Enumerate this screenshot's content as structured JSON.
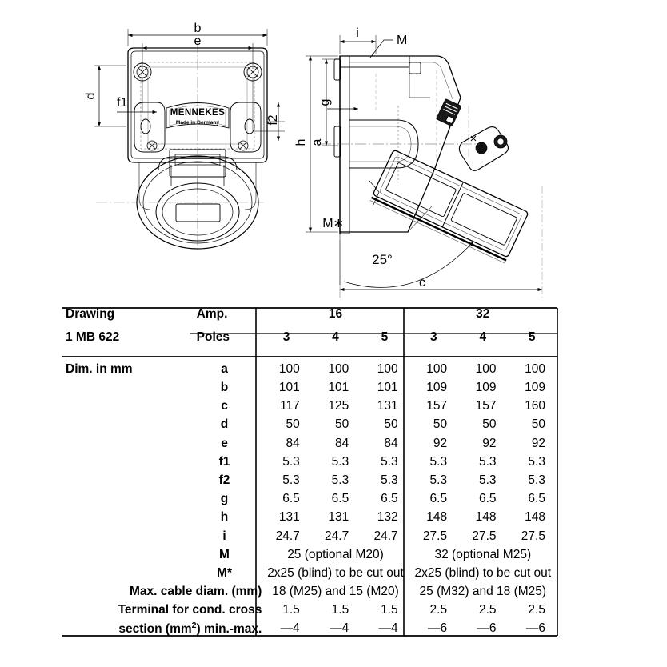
{
  "drawing": {
    "left_view": {
      "brand_label": "MENNEKES",
      "brand_sub": "Made in Germany",
      "dim_b": "b",
      "dim_e": "e",
      "dim_d": "d",
      "dim_f1": "f1",
      "dim_f2": "f2"
    },
    "right_view": {
      "dim_i": "i",
      "dim_M": "M",
      "dim_g": "g",
      "dim_h": "h",
      "dim_a": "a",
      "dim_Mstar": "M∗",
      "angle": "25°",
      "dim_c": "c"
    }
  },
  "table": {
    "title_line1": "Drawing",
    "title_line2": "1 MB 622",
    "title_line3": "Dim. in mm",
    "header": {
      "amp_label": "Amp.",
      "poles_label": "Poles",
      "amp_groups": [
        "16",
        "32"
      ],
      "poles": [
        "3",
        "4",
        "5",
        "3",
        "4",
        "5"
      ]
    },
    "rows": [
      {
        "label": "a",
        "values": [
          "100",
          "100",
          "100",
          "100",
          "100",
          "100"
        ]
      },
      {
        "label": "b",
        "values": [
          "101",
          "101",
          "101",
          "109",
          "109",
          "109"
        ]
      },
      {
        "label": "c",
        "values": [
          "117",
          "125",
          "131",
          "157",
          "157",
          "160"
        ]
      },
      {
        "label": "d",
        "values": [
          "50",
          "50",
          "50",
          "50",
          "50",
          "50"
        ]
      },
      {
        "label": "e",
        "values": [
          "84",
          "84",
          "84",
          "92",
          "92",
          "92"
        ]
      },
      {
        "label": "f1",
        "values": [
          "5.3",
          "5.3",
          "5.3",
          "5.3",
          "5.3",
          "5.3"
        ]
      },
      {
        "label": "f2",
        "values": [
          "5.3",
          "5.3",
          "5.3",
          "5.3",
          "5.3",
          "5.3"
        ]
      },
      {
        "label": "g",
        "values": [
          "6.5",
          "6.5",
          "6.5",
          "6.5",
          "6.5",
          "6.5"
        ]
      },
      {
        "label": "h",
        "values": [
          "131",
          "131",
          "132",
          "148",
          "148",
          "148"
        ]
      },
      {
        "label": "i",
        "values": [
          "24.7",
          "24.7",
          "24.7",
          "27.5",
          "27.5",
          "27.5"
        ]
      }
    ],
    "merged_rows": [
      {
        "label": "M",
        "left": "25 (optional M20)",
        "right": "32 (optional M25)"
      },
      {
        "label": "M*",
        "left": "2x25 (blind) to be cut out",
        "right": "2x25 (blind) to be cut out"
      }
    ],
    "cable_row": {
      "label": "Max. cable diam. (mm)",
      "left": "18 (M25) and 15 (M20)",
      "right": "25 (M32) and 18 (M25)"
    },
    "terminal_row": {
      "label_line1": "Terminal for cond. cross",
      "label_line2_a": "section (mm",
      "label_line2_sup": "2",
      "label_line2_b": ") min.-max.",
      "values_top": [
        "1.5",
        "1.5",
        "1.5",
        "2.5",
        "2.5",
        "2.5"
      ],
      "values_bottom": [
        "—4",
        "—4",
        "—4",
        "—6",
        "—6",
        "—6"
      ]
    }
  },
  "colors": {
    "line": "#000000",
    "thin": "#3a3a3a",
    "background": "#ffffff"
  }
}
